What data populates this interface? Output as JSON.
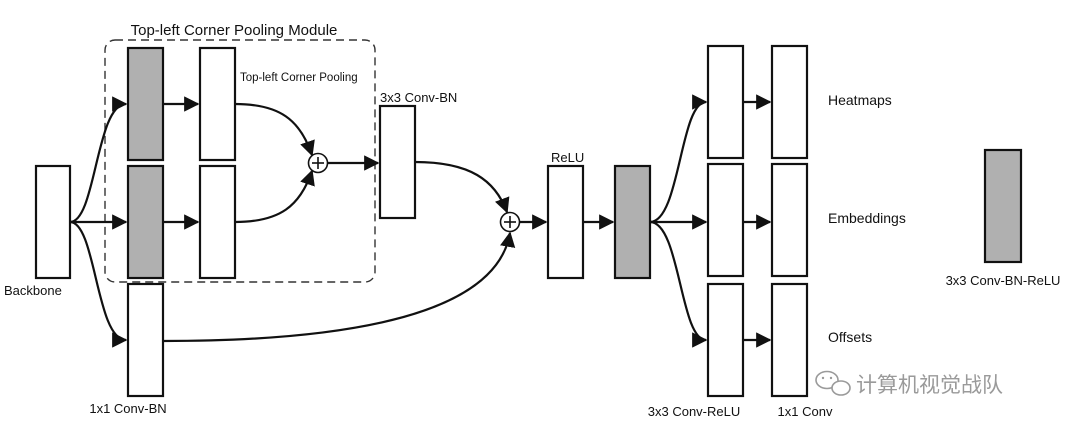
{
  "labels": {
    "module": "Top-left Corner Pooling Module",
    "pooling": "Top-left Corner Pooling",
    "conv3x3_bn": "3x3 Conv-BN",
    "relu": "ReLU",
    "backbone": "Backbone",
    "conv1x1_bn": "1x1 Conv-BN",
    "heatmaps": "Heatmaps",
    "embeddings": "Embeddings",
    "offsets": "Offsets",
    "conv3x3_relu": "3x3 Conv-ReLU",
    "conv1x1": "1x1 Conv",
    "legend": "3x3 Conv-BN-ReLU",
    "watermark": "计算机视觉战队"
  },
  "colors": {
    "stroke": "#111111",
    "gray_fill": "#b0b0b0",
    "white_fill": "#ffffff",
    "dashed_border": "#333333",
    "watermark": "#9a9a9a"
  },
  "icons": {
    "sum": "plus-circle-icon",
    "arrow": "arrow-head",
    "watermark": "wechat-icon"
  }
}
